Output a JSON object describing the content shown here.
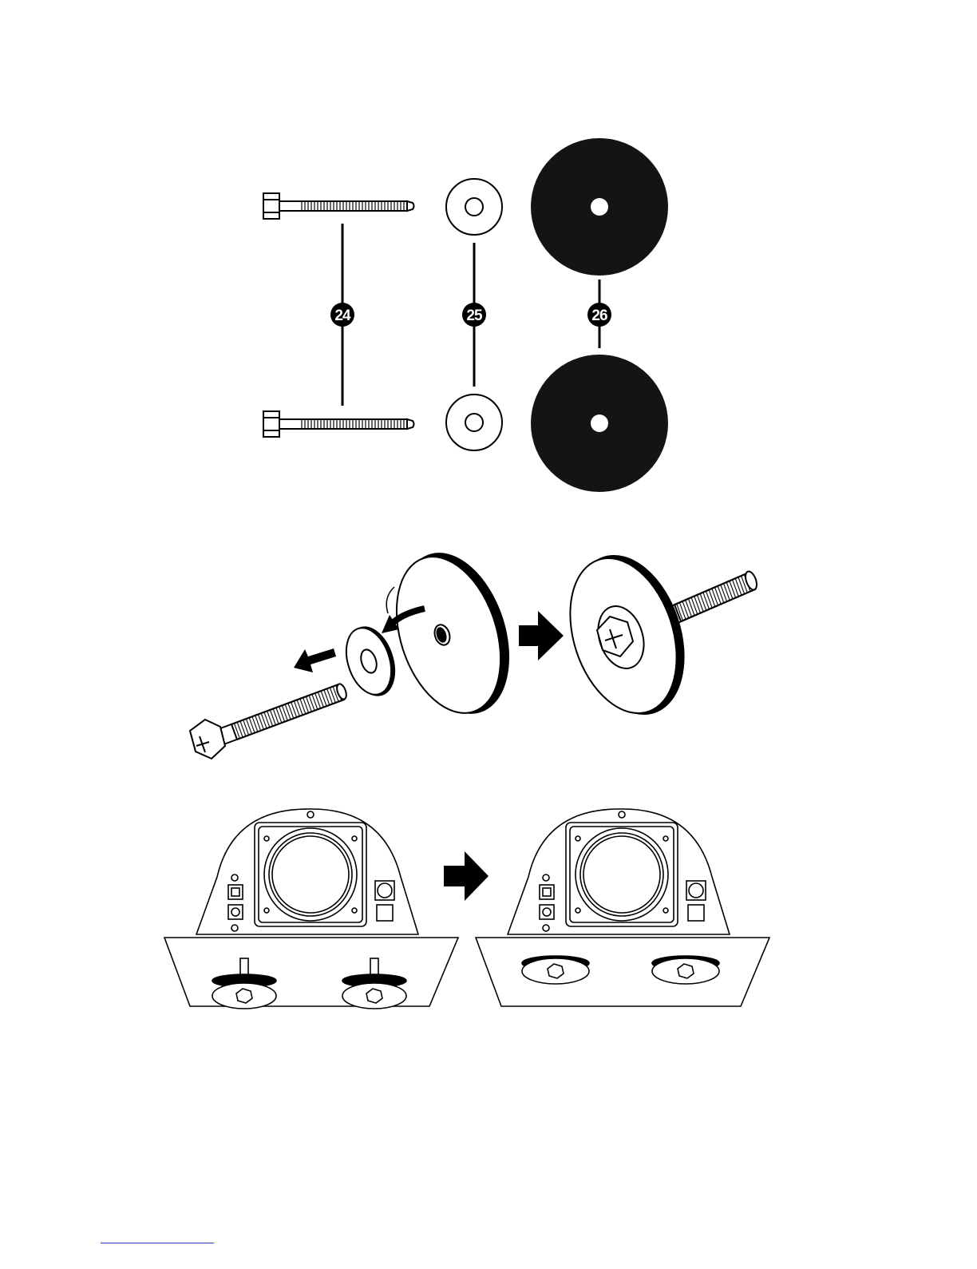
{
  "parts_legend": {
    "callouts": [
      {
        "id": "bolt",
        "number": "24"
      },
      {
        "id": "washer",
        "number": "25"
      },
      {
        "id": "isolation-pad",
        "number": "26"
      }
    ]
  },
  "steps": {
    "assembly_step": {
      "arrow": "right-arrow-icon"
    },
    "mounting_step": {
      "arrow": "right-arrow-icon"
    }
  },
  "colors": {
    "ink": "#000000",
    "paper": "#ffffff",
    "footer_rule": "#1f3fb8"
  }
}
